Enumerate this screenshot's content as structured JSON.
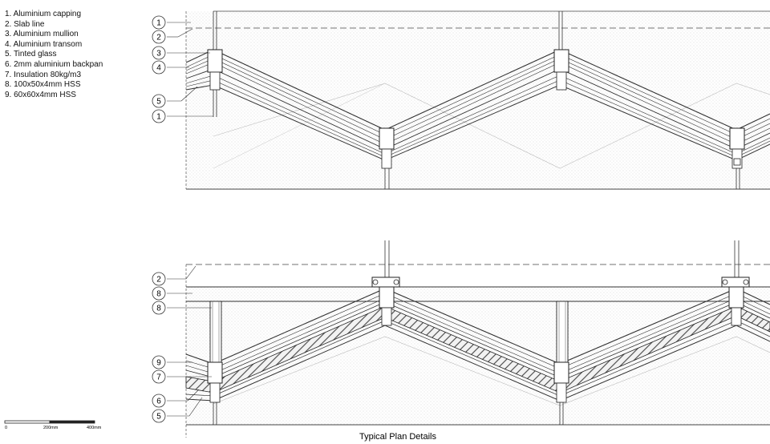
{
  "legend": [
    "1. Aluminium capping",
    "2. Slab line",
    "3. Aluminium mullion",
    "4. Aluminium transom",
    "5. Tinted glass",
    "6. 2mm aluminium backpan",
    "7. Insulation 80kg/m3",
    "8. 100x50x4mm HSS",
    "9. 60x60x4mm HSS"
  ],
  "callouts_top": [
    "1",
    "2",
    "3",
    "4",
    "5",
    "1"
  ],
  "callouts_bottom": [
    "2",
    "8",
    "8",
    "9",
    "7",
    "6",
    "5"
  ],
  "scale_bar": {
    "start": "0",
    "mid": "200mm",
    "end": "400mm"
  },
  "caption": "Typical Plan Details",
  "colors": {
    "line": "#333333",
    "hatch": "#d8d8d8",
    "background": "#ffffff"
  }
}
